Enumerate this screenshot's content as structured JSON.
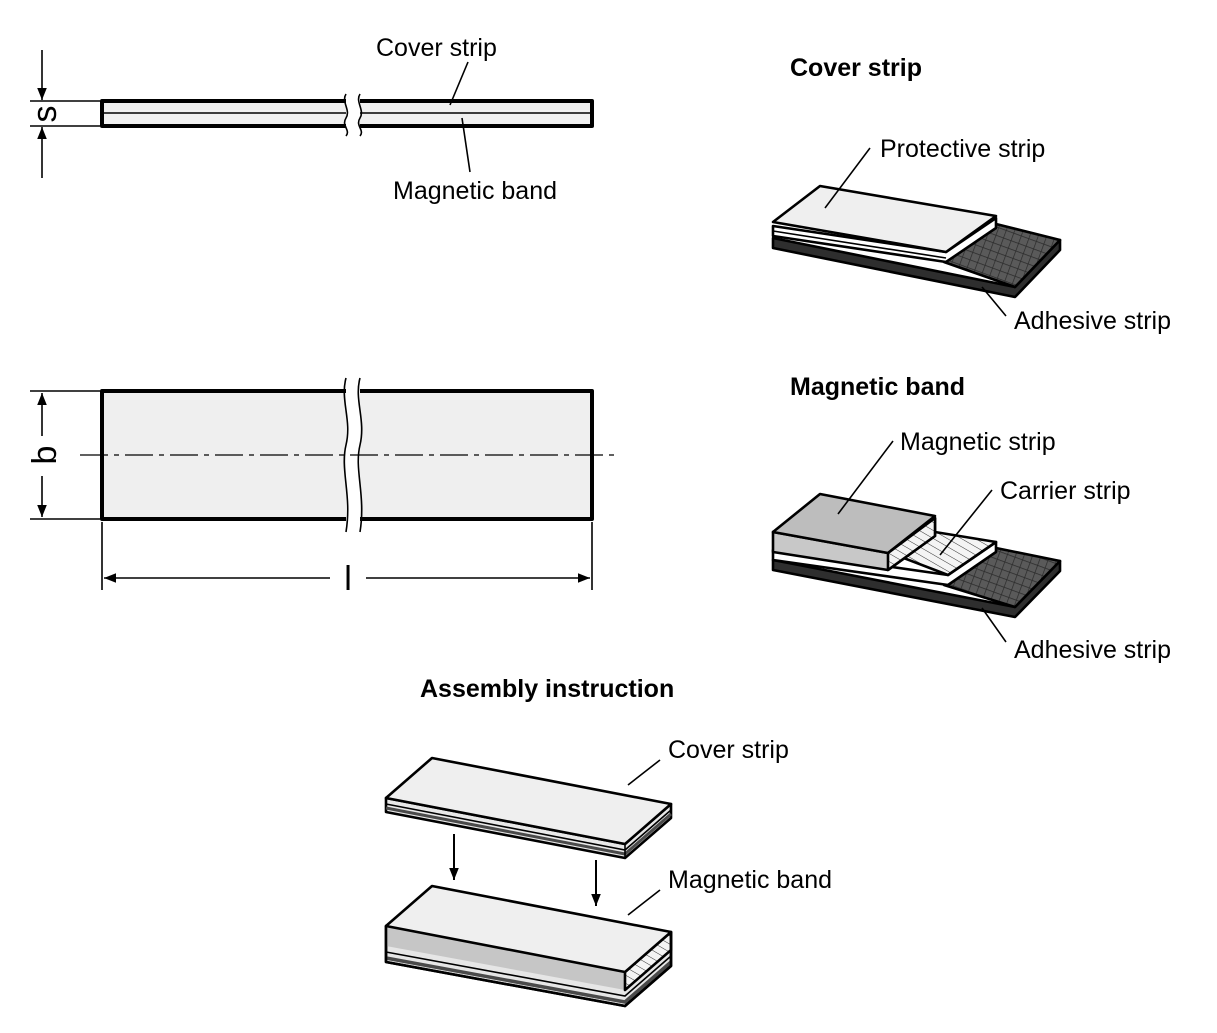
{
  "labels": {
    "side_cover_strip": "Cover strip",
    "side_magnetic_band": "Magnetic band",
    "heading_cover_strip": "Cover strip",
    "protective_strip": "Protective strip",
    "adhesive_strip_1": "Adhesive strip",
    "heading_magnetic_band": "Magnetic band",
    "magnetic_strip": "Magnetic strip",
    "carrier_strip": "Carrier strip",
    "adhesive_strip_2": "Adhesive strip",
    "heading_assembly": "Assembly instruction",
    "assembly_cover_strip": "Cover strip",
    "assembly_magnetic_band": "Magnetic band"
  },
  "dimensions": {
    "thickness": "s",
    "width": "b",
    "length": "l"
  },
  "colors": {
    "light_fill": "#efefef",
    "medium_fill": "#bdbdbd",
    "dark_fill": "#5c5c5c",
    "line": "#000000"
  }
}
